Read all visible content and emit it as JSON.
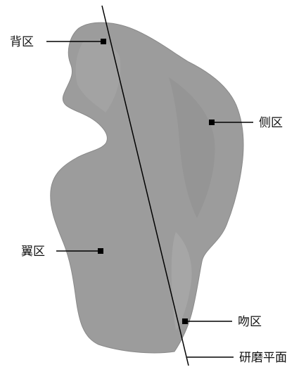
{
  "figure": {
    "labels": {
      "back": "背区",
      "side": "侧区",
      "wing": "翼区",
      "lip": "吻区",
      "grinding_plane": "研磨平面"
    },
    "colors": {
      "specimen_fill": "#9c9c9c",
      "specimen_shade": "#8e8e8e",
      "line": "#000000",
      "marker": "#000000",
      "background": "#ffffff"
    }
  }
}
